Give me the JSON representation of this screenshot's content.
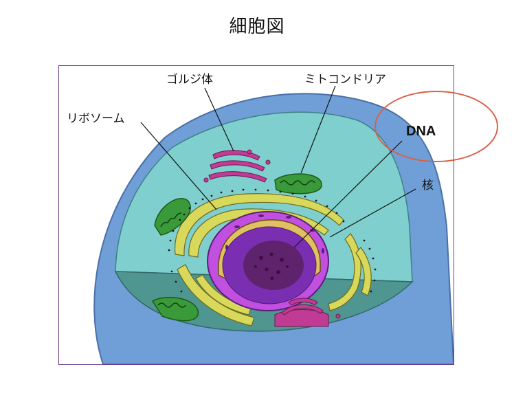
{
  "title": "細胞図",
  "labels": {
    "golgi": "ゴルジ体",
    "mitochondria": "ミトコンドリア",
    "ribosome": "リボソーム",
    "dna": "DNA",
    "nucleus": "核"
  },
  "colors": {
    "outer_membrane": "#6f9fd6",
    "cytoplasm_upper": "#7fcfcf",
    "cytoplasm_lower": "#4f9590",
    "nucleus_outer": "#c14fe0",
    "nucleus_inner": "#7a2fb3",
    "golgi": "#c13a93",
    "er": "#d8d85a",
    "mitochondria": "#3a9a3a",
    "highlight_circle": "#d9604a"
  }
}
